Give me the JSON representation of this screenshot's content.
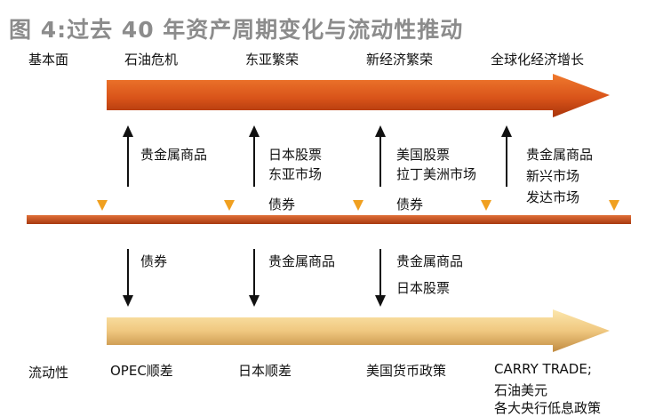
{
  "title": "图 4:过去 40 年资产周期变化与流动性推动",
  "top_row": {
    "label": "基本面",
    "phases": [
      "石油危机",
      "东亚繁荣",
      "新经济繁荣",
      "全球化经济增长"
    ]
  },
  "upper_assets": [
    [
      "贵金属商品"
    ],
    [
      "日本股票",
      "东亚市场",
      "债券"
    ],
    [
      "美国股票",
      "拉丁美洲市场",
      "债券"
    ],
    [
      "贵金属商品",
      "新兴市场",
      "发达市场"
    ]
  ],
  "lower_assets": [
    [
      "债券"
    ],
    [
      "贵金属商品"
    ],
    [
      "贵金属商品",
      "日本股票"
    ]
  ],
  "bottom_row": {
    "label": "流动性",
    "drivers": [
      [
        "OPEC顺差"
      ],
      [
        "日本顺差"
      ],
      [
        "美国货币政策"
      ],
      [
        "CARRY TRADE;",
        "石油美元",
        "各大央行低息政策"
      ]
    ]
  },
  "colors": {
    "top_arrow_dark": "#b83a0c",
    "top_arrow_light": "#f07a2e",
    "timeline": "#c8501c",
    "bottom_arrow_dark": "#c8934a",
    "bottom_arrow_light": "#fbe3a6",
    "triangle": "#f0a020",
    "title": "#8c8c8c"
  }
}
